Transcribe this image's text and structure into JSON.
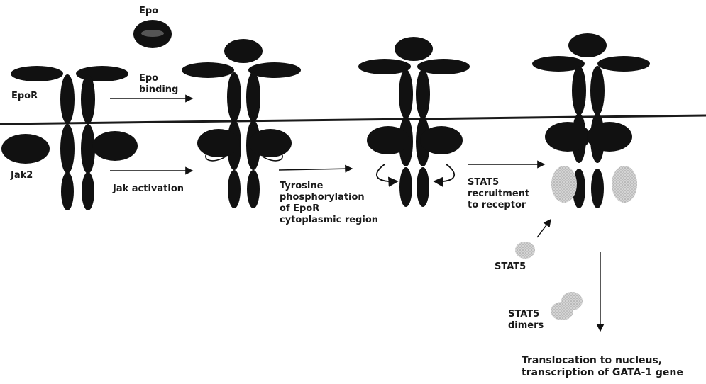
{
  "labels": {
    "epo": "Epo",
    "epo_binding": "Epo\nbinding",
    "epor": "EpoR",
    "jak2": "Jak2",
    "jak_activation": "Jak activation",
    "tyrosine": "Tyrosine\nphosphorylation\nof EpoR\ncytoplasmic region",
    "stat5_recruitment": "STAT5\nrecruitment\nto receptor",
    "stat5": "STAT5",
    "stat5_dimers": "STAT5\ndimers",
    "translocation": "Translocation to nucleus,\ntranscription of GATA-1 gene"
  },
  "colors": {
    "ink": "#111111",
    "membrane": "#1a1a1a",
    "stat5": "#c8c8c8",
    "text": "#1a1a1a"
  }
}
